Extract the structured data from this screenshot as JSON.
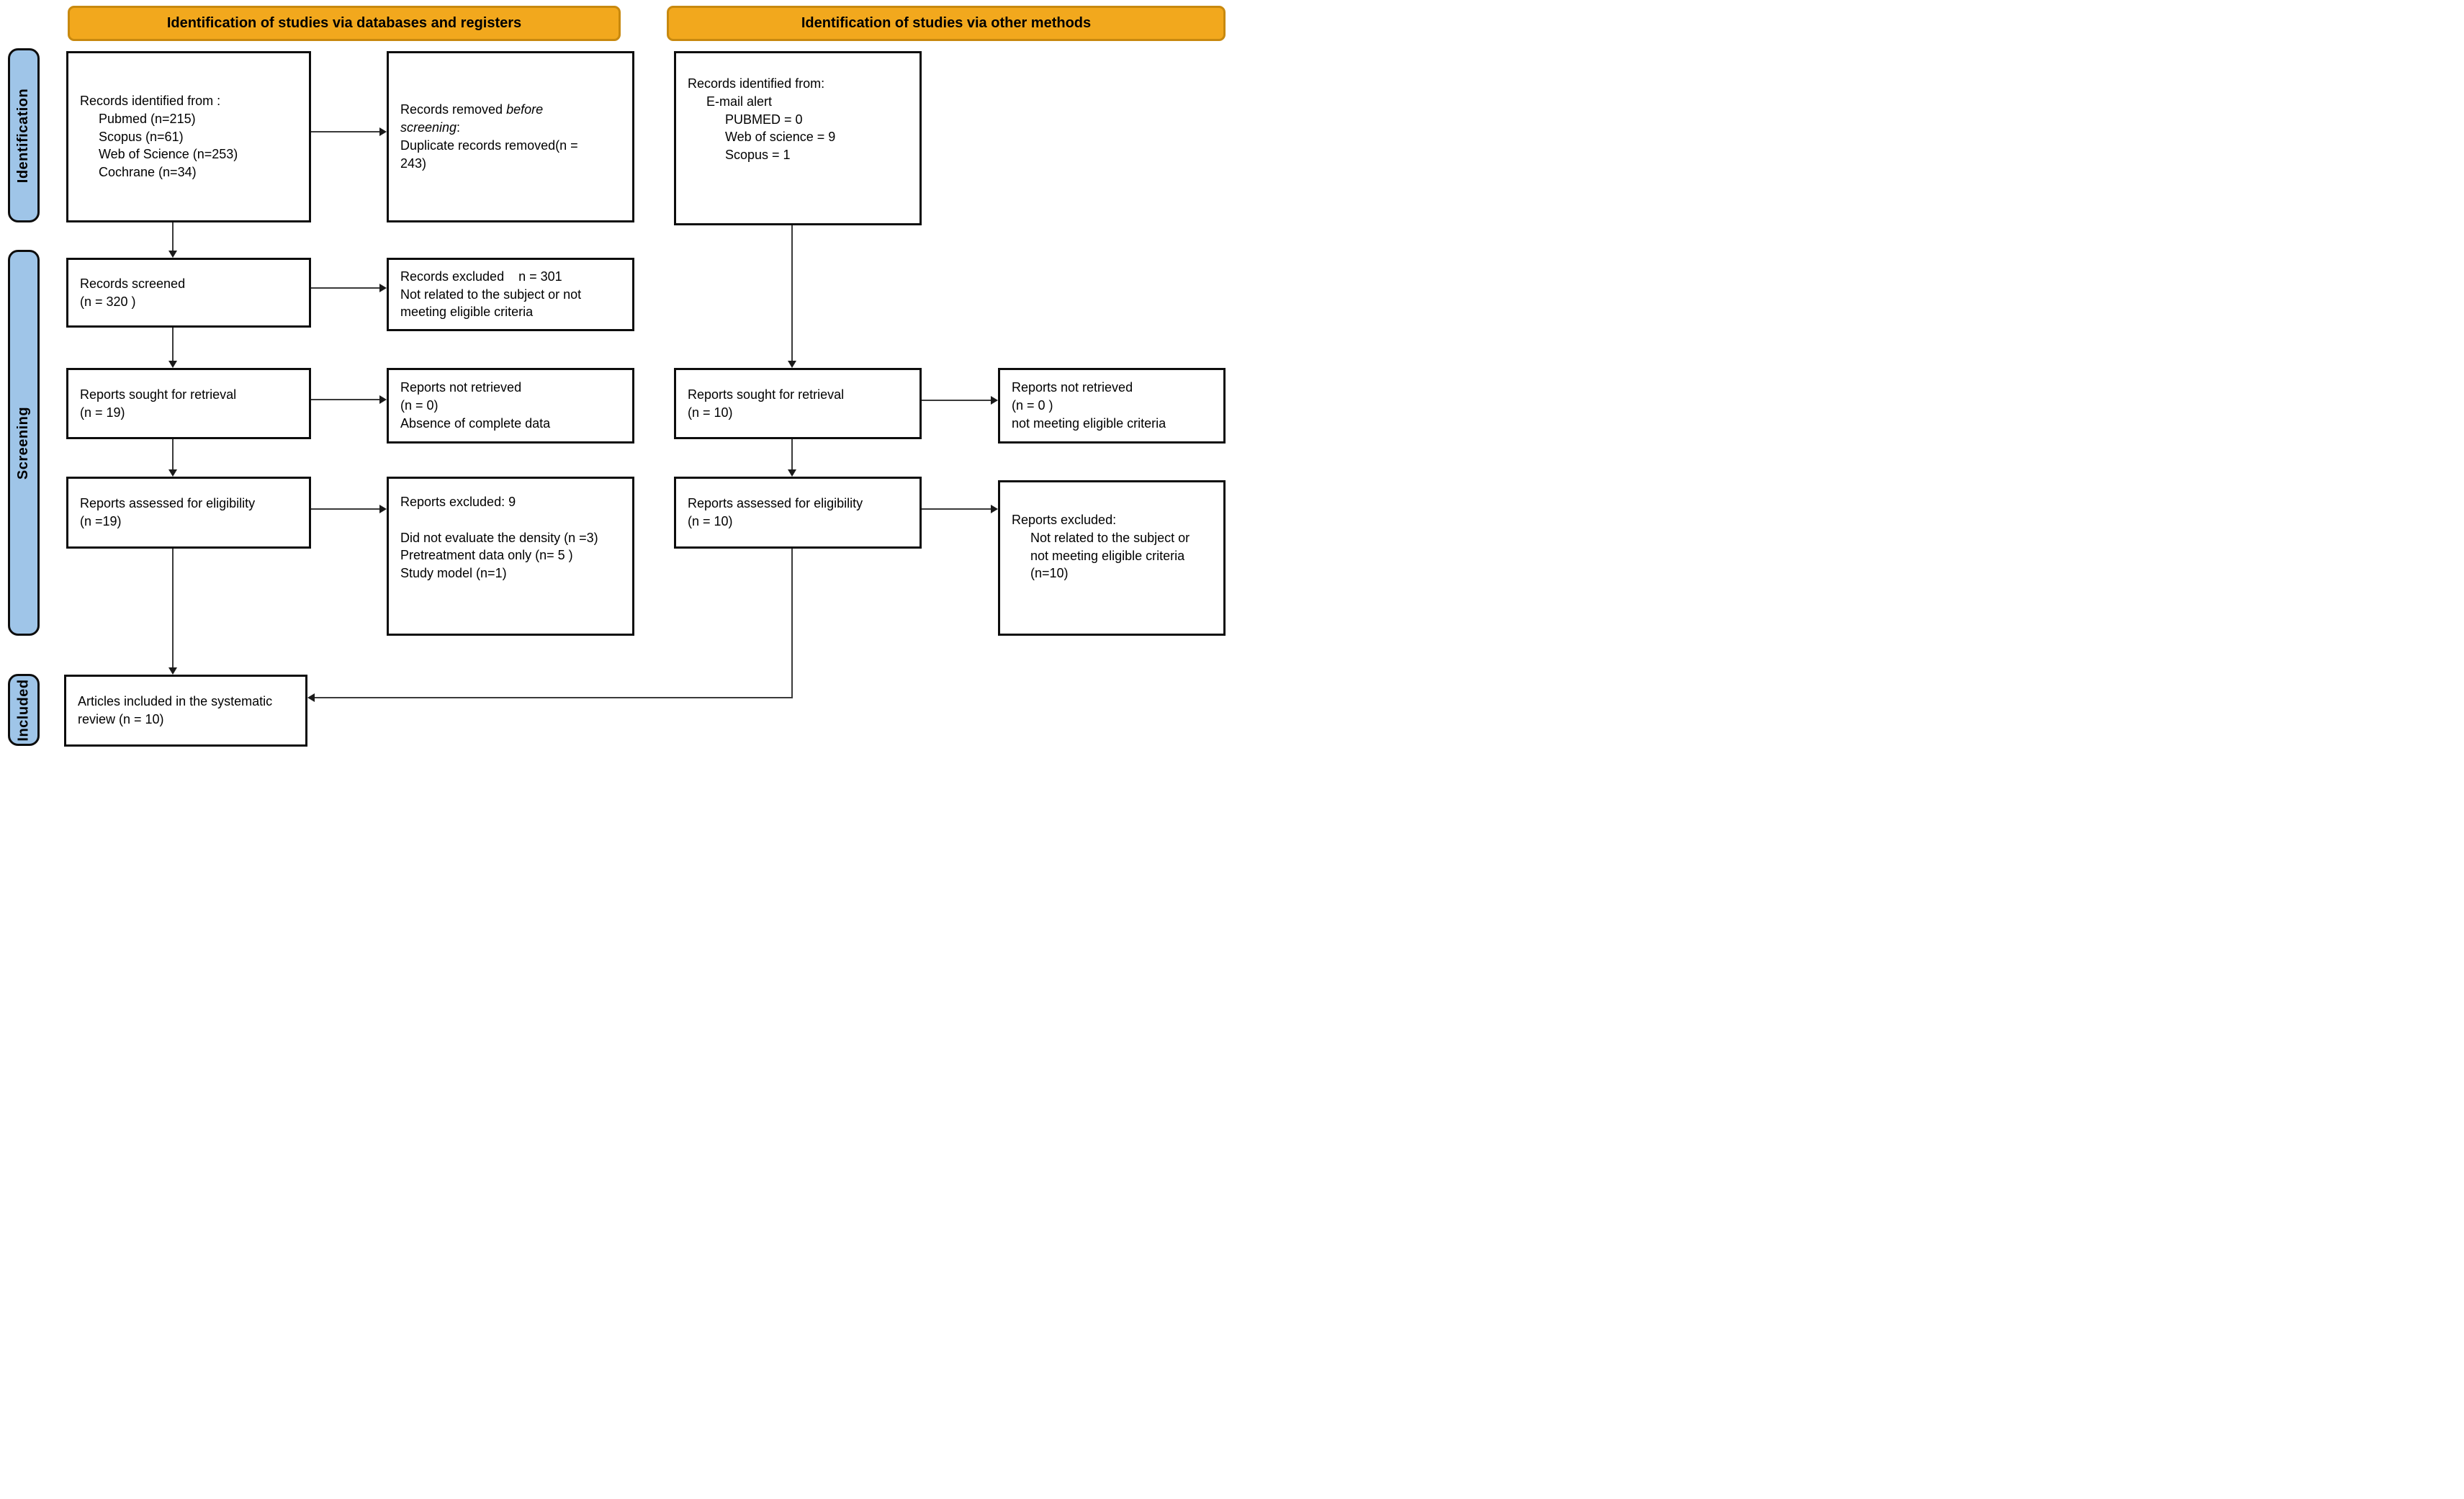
{
  "banners": {
    "databases": "Identification of studies via databases and registers",
    "other_methods": "Identification of studies via other methods"
  },
  "sidebar": {
    "identification": "Identification",
    "screening": "Screening",
    "included": "Included"
  },
  "colors": {
    "banner_fill": "#F2A81D",
    "banner_border": "#C8890F",
    "stage_fill": "#9FC5E8",
    "box_border": "#0d0d0d",
    "arrow": "#3a3a3a"
  },
  "boxes": {
    "dbRecordsIdentified": {
      "lines": [
        {
          "indent": 0,
          "segments": [
            {
              "text": "Records identified from :"
            }
          ]
        },
        {
          "indent": 1,
          "segments": [
            {
              "text": "Pubmed (n=215)"
            }
          ]
        },
        {
          "indent": 1,
          "segments": [
            {
              "text": "Scopus (n=61)"
            }
          ]
        },
        {
          "indent": 1,
          "segments": [
            {
              "text": "Web of Science (n=253)"
            }
          ]
        },
        {
          "indent": 1,
          "segments": [
            {
              "text": "Cochrane (n=34)"
            }
          ]
        }
      ]
    },
    "dbRecordsRemoved": {
      "lines": [
        {
          "indent": 0,
          "segments": [
            {
              "text": "Records removed "
            },
            {
              "text": "before",
              "italic": true
            }
          ]
        },
        {
          "indent": 0,
          "segments": [
            {
              "text": "screening",
              "italic": true
            },
            {
              "text": ":"
            }
          ]
        },
        {
          "indent": 0,
          "segments": [
            {
              "text": "Duplicate records removed(n ="
            }
          ]
        },
        {
          "indent": 0,
          "segments": [
            {
              "text": "243)"
            }
          ]
        }
      ]
    },
    "recordsScreened": {
      "lines": [
        {
          "indent": 0,
          "segments": [
            {
              "text": "Records screened"
            }
          ]
        },
        {
          "indent": 0,
          "segments": [
            {
              "text": "(n = 320 )"
            }
          ]
        }
      ]
    },
    "recordsExcluded": {
      "lines": [
        {
          "indent": 0,
          "segments": [
            {
              "text": "Records excluded    n = 301"
            }
          ]
        },
        {
          "indent": 0,
          "segments": [
            {
              "text": "Not related to the subject or not"
            }
          ]
        },
        {
          "indent": 0,
          "segments": [
            {
              "text": "meeting eligible criteria"
            }
          ]
        }
      ]
    },
    "reportsSought": {
      "lines": [
        {
          "indent": 0,
          "segments": [
            {
              "text": "Reports sought for retrieval"
            }
          ]
        },
        {
          "indent": 0,
          "segments": [
            {
              "text": "(n = 19)"
            }
          ]
        }
      ]
    },
    "reportsNotRetrieved": {
      "lines": [
        {
          "indent": 0,
          "segments": [
            {
              "text": "Reports not retrieved"
            }
          ]
        },
        {
          "indent": 0,
          "segments": [
            {
              "text": "(n = 0)"
            }
          ]
        },
        {
          "indent": 0,
          "segments": [
            {
              "text": "Absence of complete data"
            }
          ]
        }
      ]
    },
    "reportsAssessed": {
      "lines": [
        {
          "indent": 0,
          "segments": [
            {
              "text": "Reports assessed for eligibility"
            }
          ]
        },
        {
          "indent": 0,
          "segments": [
            {
              "text": "(n =19)"
            }
          ]
        }
      ]
    },
    "reportsExcluded9": {
      "lines": [
        {
          "indent": 0,
          "segments": [
            {
              "text": "Reports excluded: 9"
            }
          ]
        },
        {
          "indent": 0,
          "segments": []
        },
        {
          "indent": 0,
          "segments": [
            {
              "text": "Did not evaluate the density (n =3)"
            }
          ]
        },
        {
          "indent": 0,
          "segments": [
            {
              "text": "Pretreatment data only (n= 5 )"
            }
          ]
        },
        {
          "indent": 0,
          "segments": [
            {
              "text": "Study model (n=1)"
            }
          ]
        }
      ]
    },
    "articlesIncluded": {
      "lines": [
        {
          "indent": 0,
          "segments": [
            {
              "text": "Articles included in the systematic"
            }
          ]
        },
        {
          "indent": 0,
          "segments": [
            {
              "text": "review (n = 10)"
            }
          ]
        }
      ]
    },
    "omRecordsIdentified": {
      "lines": [
        {
          "indent": 0,
          "segments": [
            {
              "text": "Records identified from:"
            }
          ]
        },
        {
          "indent": 1,
          "segments": [
            {
              "text": "E-mail alert"
            }
          ]
        },
        {
          "indent": 2,
          "segments": [
            {
              "text": "PUBMED = 0"
            }
          ]
        },
        {
          "indent": 2,
          "segments": [
            {
              "text": "Web of science = 9"
            }
          ]
        },
        {
          "indent": 2,
          "segments": [
            {
              "text": "Scopus = 1"
            }
          ]
        }
      ]
    },
    "omReportsSought": {
      "lines": [
        {
          "indent": 0,
          "segments": [
            {
              "text": "Reports sought for retrieval"
            }
          ]
        },
        {
          "indent": 0,
          "segments": [
            {
              "text": "(n = 10)"
            }
          ]
        }
      ]
    },
    "omReportsNotRetrieved": {
      "lines": [
        {
          "indent": 0,
          "segments": [
            {
              "text": "Reports not retrieved"
            }
          ]
        },
        {
          "indent": 0,
          "segments": [
            {
              "text": "(n = 0 )"
            }
          ]
        },
        {
          "indent": 0,
          "segments": [
            {
              "text": "not meeting eligible criteria"
            }
          ]
        }
      ]
    },
    "omReportsAssessed": {
      "lines": [
        {
          "indent": 0,
          "segments": [
            {
              "text": "Reports assessed for eligibility"
            }
          ]
        },
        {
          "indent": 0,
          "segments": [
            {
              "text": "(n = 10)"
            }
          ]
        }
      ]
    },
    "omReportsExcluded": {
      "lines": [
        {
          "indent": 0,
          "segments": [
            {
              "text": "Reports excluded:"
            }
          ]
        },
        {
          "indent": 1,
          "segments": [
            {
              "text": "Not related to the subject or"
            }
          ]
        },
        {
          "indent": 1,
          "segments": [
            {
              "text": "not meeting eligible criteria"
            }
          ]
        },
        {
          "indent": 1,
          "segments": [
            {
              "text": "(n=10)"
            }
          ]
        }
      ]
    }
  }
}
